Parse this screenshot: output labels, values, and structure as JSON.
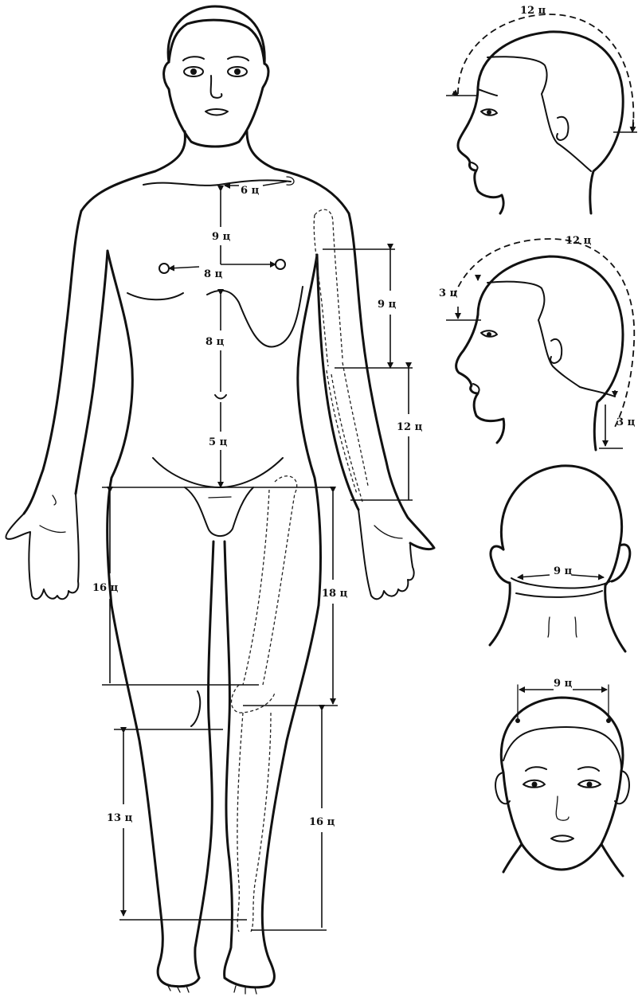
{
  "labels": {
    "clavicle": "6 ц",
    "sternum_upper": "9 ц",
    "nipples": "8 ц",
    "xiphoid_to_navel": "8 ц",
    "navel_to_pubis": "5 ц",
    "upper_arm": "9 ц",
    "forearm": "12 ц",
    "thigh_inner": "16 ц",
    "thigh_outer": "18 ц",
    "lower_leg_inner": "13 ц",
    "lower_leg_outer": "16 ц",
    "head1_arc": "12 ц",
    "head2_arc": "12 ц",
    "head2_front": "3 ц",
    "head2_back": "3 ц",
    "head_back_width": "9 ц",
    "head_front_width": "9 ц"
  },
  "colors": {
    "ink": "#111111",
    "background": "#ffffff"
  }
}
